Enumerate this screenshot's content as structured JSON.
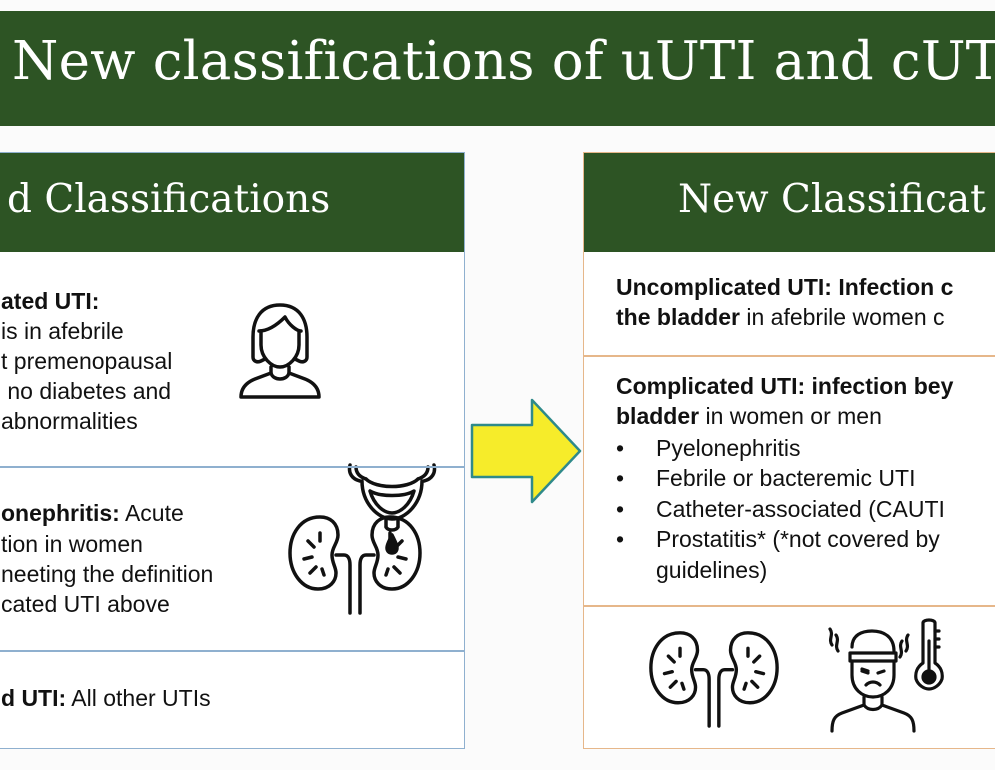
{
  "title": "New classifications of uUTI and cUTI",
  "old_panel": {
    "header": "d Classifications",
    "uncomplicated": {
      "heading": "ated UTI:",
      "lines": [
        "is in afebrile",
        "t premenopausal",
        " no diabetes and",
        "abnormalities"
      ]
    },
    "pyelo": {
      "bold": "onephritis:",
      "rest": " Acute",
      "lines": [
        "tion in women",
        "neeting the definition",
        "cated UTI above"
      ]
    },
    "complicated": {
      "bold": "d UTI:",
      "rest": " All other UTIs"
    }
  },
  "new_panel": {
    "header": "New Classificat",
    "uncomplicated": {
      "bold1": "Uncomplicated UTI: Infection c",
      "bold2": "the bladder",
      "rest2": " in afebrile women c"
    },
    "complicated": {
      "bold1": "Complicated UTI: infection bey",
      "bold2": "bladder",
      "rest2": " in women or men",
      "bullet_char": "•",
      "bullets": [
        "Pyelonephritis",
        "Febrile or bacteremic UTI",
        "Catheter-associated (CAUTI",
        "Prostatitis* (*not covered by"
      ],
      "bullet_cont": "guidelines)"
    }
  },
  "colors": {
    "header_green": "#2d5424",
    "old_border": "#8fb0cf",
    "new_border": "#e6b78a",
    "arrow_fill": "#f6ec2a"
  },
  "icons": [
    "woman-icon",
    "bladder-icon",
    "kidneys-icon",
    "kidneys-icon",
    "feverish-person-icon",
    "thermometer-icon",
    "right-arrow-icon"
  ]
}
